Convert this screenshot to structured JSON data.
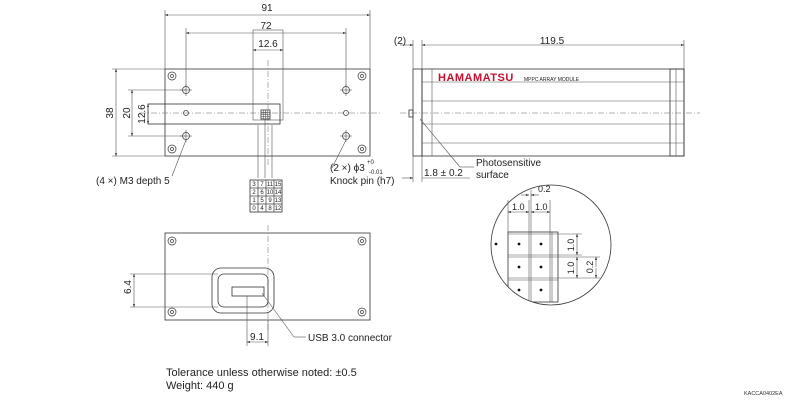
{
  "dims": {
    "width_91": "91",
    "width_72": "72",
    "width_12_6_top": "12.6",
    "height_38": "38",
    "height_20": "20",
    "height_12_6": "12.6",
    "paren_2": "(2)",
    "length_119_5": "119.5",
    "offset_1_8": "1.8 ± 0.2",
    "usb_6_4": "6.4",
    "usb_9_1": "9.1",
    "pitch_0_2_top": "0.2",
    "pitch_1_0_a": "1.0",
    "pitch_1_0_b": "1.0",
    "pitch_1_0_c": "1.0",
    "pitch_1_0_d": "1.0",
    "pitch_0_2_side": "0.2"
  },
  "labels": {
    "m3": "(4 ×) M3 depth 5",
    "knock_pin_prefix": "(2 ×) ϕ3",
    "knock_pin_sup": "+0",
    "knock_pin_sub": "-0.01",
    "knock_pin_name": "Knock pin (h7)",
    "photo1": "Photosensitive",
    "photo2": "surface",
    "brand": "HAMAMATSU",
    "module": "MPPC ARRAY MODULE",
    "usb": "USB 3.0 connector"
  },
  "pixel_table": {
    "rows": [
      [
        "3",
        "7",
        "11",
        "15"
      ],
      [
        "2",
        "6",
        "10",
        "14"
      ],
      [
        "1",
        "5",
        "9",
        "13"
      ],
      [
        "0",
        "4",
        "8",
        "12"
      ]
    ]
  },
  "notes": {
    "tolerance": "Tolerance unless otherwise noted: ±0.5",
    "weight": "Weight: 440 g"
  },
  "code": "KACCA0402EA"
}
